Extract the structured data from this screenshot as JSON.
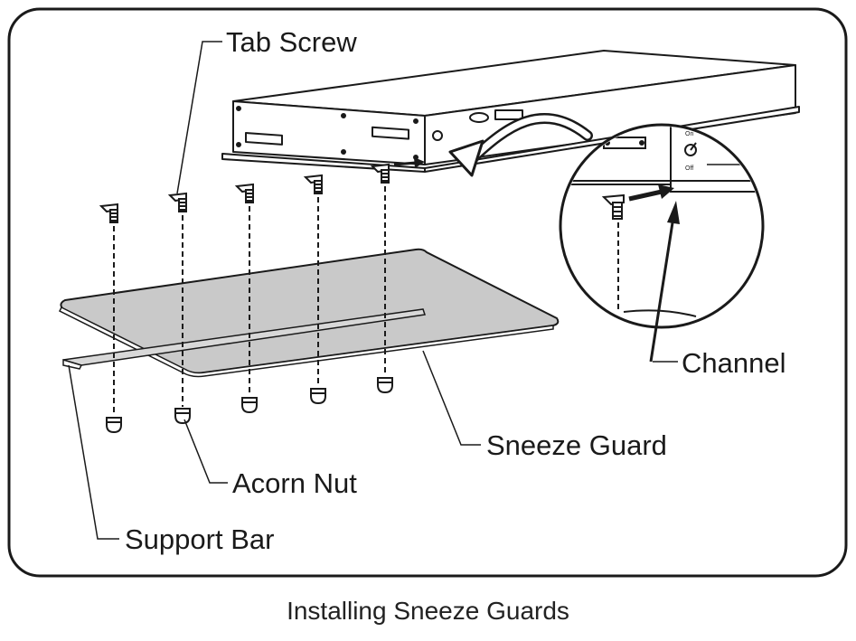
{
  "labels": {
    "tab_screw": "Tab Screw",
    "channel": "Channel",
    "sneeze_guard": "Sneeze Guard",
    "acorn_nut": "Acorn Nut",
    "support_bar": "Support Bar"
  },
  "caption": "Installing Sneeze Guards",
  "switch_labels": {
    "on": "On",
    "off": "Off"
  },
  "colors": {
    "line": "#1a1a1a",
    "glass": "#c9c9c9",
    "frame": "#ffffff"
  }
}
